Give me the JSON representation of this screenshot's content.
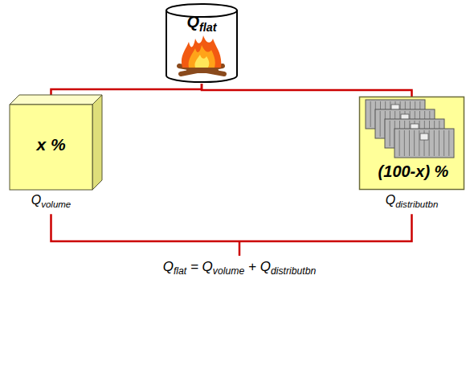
{
  "diagram": {
    "nodes": [
      {
        "text": [
          "Qflat"
        ]
      },
      {
        "text": [
          "x %",
          "Qvolume"
        ]
      },
      {
        "text": [
          "(100-x) %",
          "Qdistributbn"
        ]
      }
    ],
    "edges": [
      {
        "from": 0,
        "to": 1,
        "arrow": "none"
      },
      {
        "from": 0,
        "to": 2,
        "arrow": "none"
      }
    ],
    "labels": [
      "Qflat = Qvolume + Qdistributbn"
    ]
  }
}
